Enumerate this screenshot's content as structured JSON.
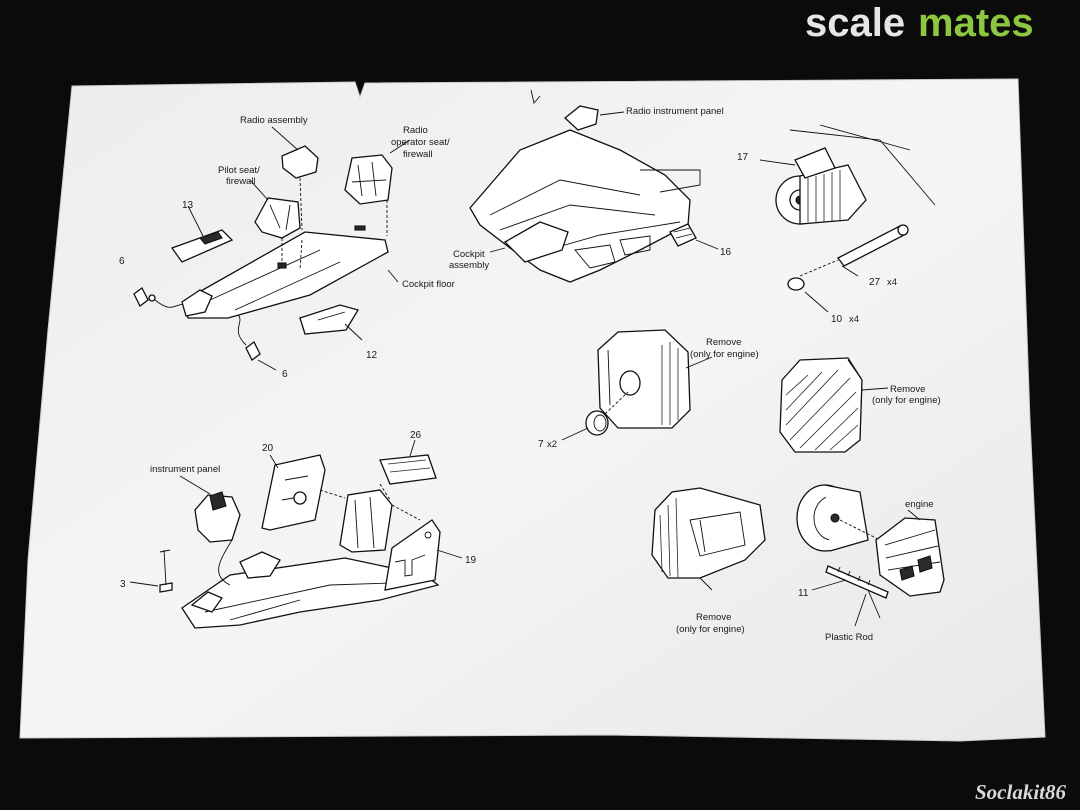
{
  "watermark": {
    "brand_part1": "scale",
    "brand_part2": "mates",
    "signature": "Soclakit86"
  },
  "colors": {
    "background": "#0b0b0c",
    "paper": "#f4f3f1",
    "ink": "#111111",
    "brand_green": "#8dc63f",
    "brand_grey": "#e6e6e6"
  },
  "diagram": {
    "step_cockpit_floor": {
      "radio_assembly": "Radio assembly",
      "radio_seat_l1": "Radio",
      "radio_seat_l2": "operator seat/",
      "radio_seat_l3": "firewall",
      "pilot_seat_l1": "Pilot seat/",
      "pilot_seat_l2": "firewall",
      "cockpit_floor": "Cockpit floor",
      "part_13": "13",
      "part_6a": "6",
      "part_6b": "6",
      "part_12": "12"
    },
    "step_cockpit_install": {
      "radio_instrument_panel": "Radio instrument panel",
      "cockpit_assembly_l1": "Cockpit",
      "cockpit_assembly_l2": "assembly",
      "part_16": "16"
    },
    "step_engine_front": {
      "part_17": "17",
      "part_27": "27",
      "part_27_qty": "x4",
      "part_10": "10",
      "part_10_qty": "x4"
    },
    "step_nacelle_left": {
      "remove_l1": "Remove",
      "remove_l2": "(only for engine)",
      "part_7": "7",
      "part_7_qty": "x2"
    },
    "step_nacelle_right": {
      "remove_l1": "Remove",
      "remove_l2": "(only for engine)"
    },
    "step_instrument": {
      "instrument_panel": "instrument panel",
      "part_20": "20",
      "part_26": "26",
      "part_19": "19",
      "part_3": "3"
    },
    "step_nacelle_cut": {
      "remove_l1": "Remove",
      "remove_l2": "(only for engine)"
    },
    "step_engine_assembly": {
      "engine": "engine",
      "part_11": "11",
      "plastic_rod": "Plastic Rod"
    }
  }
}
